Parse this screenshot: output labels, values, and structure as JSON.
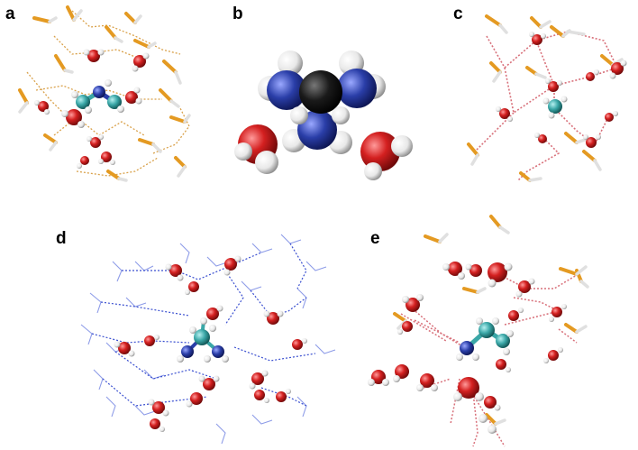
{
  "labels": {
    "a": "a",
    "b": "b",
    "c": "c",
    "d": "d",
    "e": "e"
  },
  "colors": {
    "oxygen": "#d42020",
    "hydrogen": "#f2f2f2",
    "carbon": "#3aa7a7",
    "carbon_b": "#111111",
    "nitrogen": "#2a3ea8",
    "solvent_stick": "#e49a22",
    "hbond_orange": "#d9a14a",
    "hbond_red": "#d8707a",
    "hbond_blue": "#3a4fd0",
    "wire_blue": "#8e9ce8"
  }
}
